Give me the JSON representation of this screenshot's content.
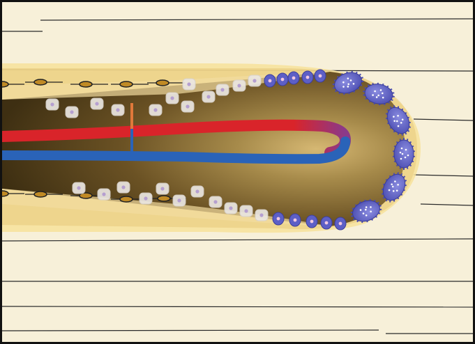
{
  "diagram": {
    "subject": "tooth-root-section",
    "colors": {
      "background": "#f7f0d9",
      "pale_tissue": "#f7e29a",
      "pulp_dark": "#4d3a18",
      "pulp_light": "#a68a4a",
      "apex_tissue": "#c9a862",
      "artery": "#d9242a",
      "vein": "#2a63b8",
      "cell_blue": "#5d5fc6",
      "cell_pale": "#e6e2dd",
      "fibre_line": "#2a2a2a"
    },
    "cell_rows": [
      "upper-odontoblast-row",
      "lower-odontoblast-row",
      "apical-cell-cap"
    ],
    "vessels": [
      "artery",
      "vein"
    ]
  }
}
